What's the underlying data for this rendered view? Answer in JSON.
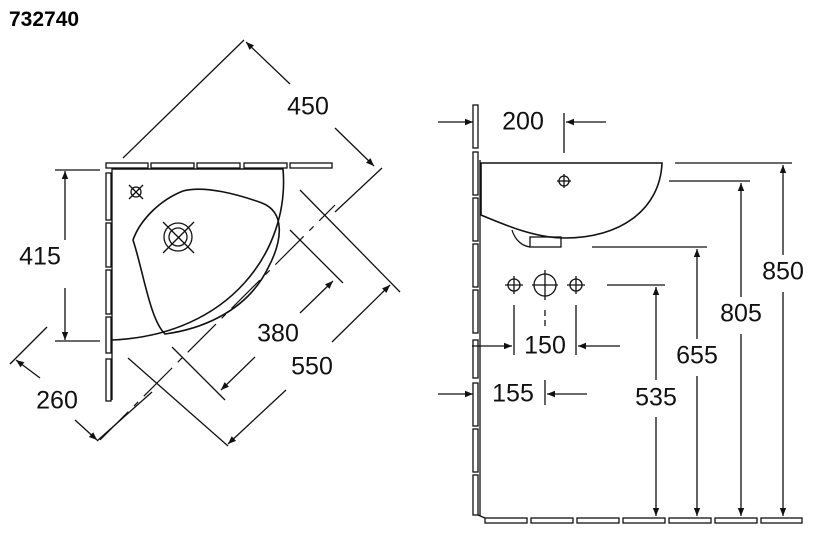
{
  "title": "732740",
  "top_view": {
    "dimensions": {
      "width_diagonal": "450",
      "wall_depth": "415",
      "bowl_depth": "380",
      "overall_depth": "550",
      "offset": "260"
    }
  },
  "side_view": {
    "dimensions": {
      "tap_hole_from_wall": "200",
      "supply_spacing": "150",
      "waste_from_wall": "155",
      "height_supply": "535",
      "height_bottom": "655",
      "height_rim_inner": "805",
      "height_rim": "850"
    }
  }
}
